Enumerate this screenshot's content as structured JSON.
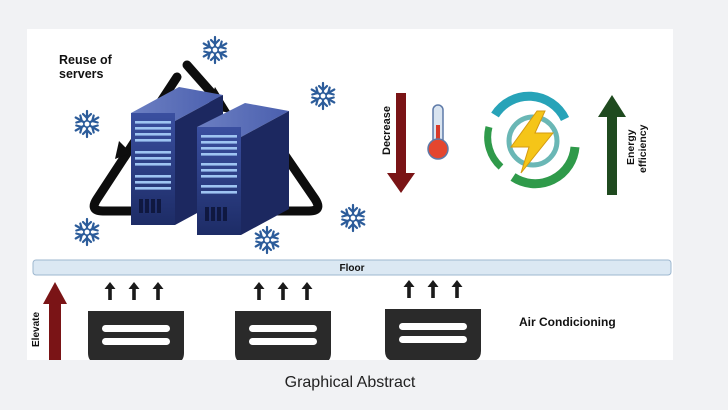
{
  "diagram": {
    "reuse_label_line1": "Reuse of",
    "reuse_label_line2": "servers",
    "decrease_label": "Decrease",
    "energy_label_line1": "Energy",
    "energy_label_line2": "efficiency",
    "floor_label": "Floor",
    "air_label": "Air Condicioning",
    "elevate_label": "Elevate"
  },
  "caption": "Graphical Abstract",
  "colors": {
    "decrease_arrow": "#7a1416",
    "elevate_arrow": "#7a1416",
    "energy_arrow": "#1f4a1f",
    "floor_bar": "#dbe8f3",
    "snowflake": "#2c5c9a",
    "server_body": "#2b3f86",
    "ac_unit": "#2a2a2a"
  },
  "icons": [
    "snowflake-icon",
    "server-icon",
    "thermometer-icon",
    "energy-bolt-icon",
    "up-arrow-icon",
    "down-arrow-icon",
    "ac-unit-icon"
  ]
}
